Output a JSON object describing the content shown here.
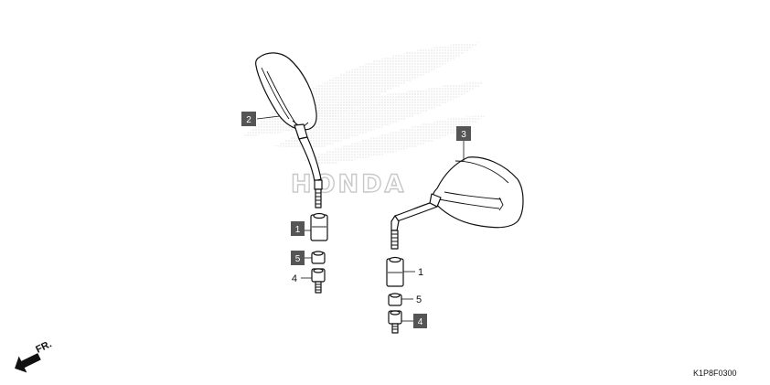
{
  "watermark": {
    "text": "HONDA",
    "color": "#c8c8c8"
  },
  "labels": {
    "left_mirror": "2",
    "right_mirror": "3",
    "left_adapter": "1",
    "left_nut": "5",
    "left_bolt": "4",
    "right_adapter": "1",
    "right_nut": "5",
    "right_bolt": "4"
  },
  "direction_marker": "FR.",
  "diagram_code": "K1P8F0300",
  "colors": {
    "box_fill": "#555555",
    "line": "#111111"
  }
}
